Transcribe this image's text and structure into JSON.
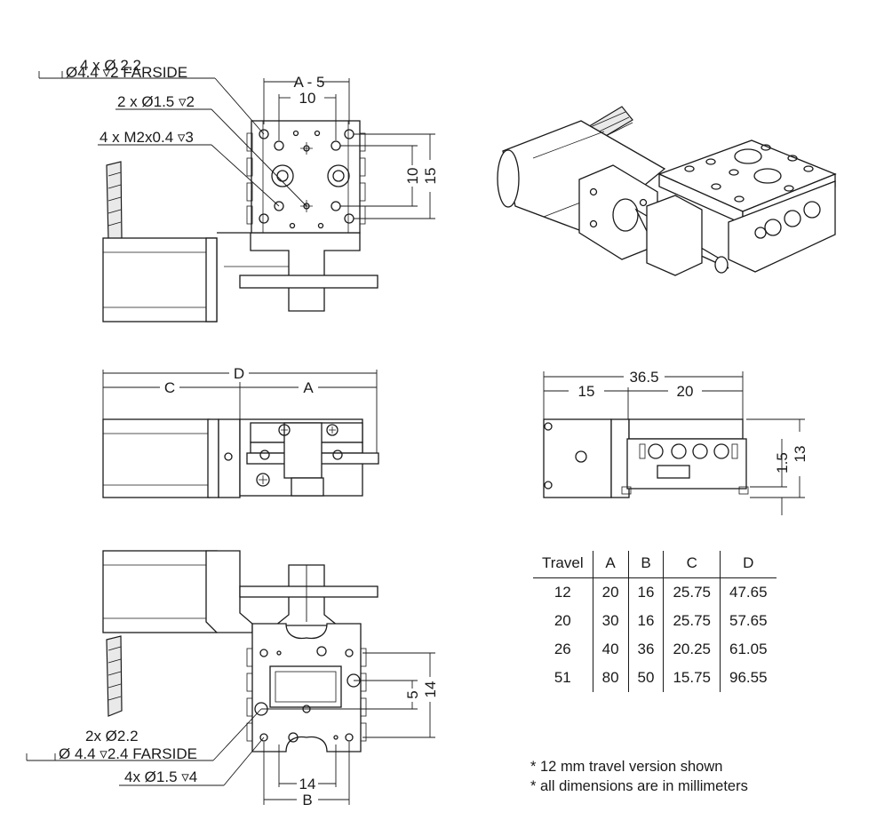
{
  "top_view": {
    "callout_1_line1": "4 x Ø 2.2",
    "callout_1_line2": "Ø4.4 ▿2 FARSIDE",
    "callout_2": "2 x Ø1.5 ▿2",
    "callout_3": "4 x M2x0.4 ▿3",
    "dim_a_minus_5": "A - 5",
    "dim_10_top": "10",
    "dim_10_side": "10",
    "dim_15_side": "15"
  },
  "side_view": {
    "dim_d": "D",
    "dim_c": "C",
    "dim_a": "A"
  },
  "end_view": {
    "dim_36_5": "36.5",
    "dim_15": "15",
    "dim_20": "20",
    "dim_1_5": "1.5",
    "dim_13": "13"
  },
  "bottom_view": {
    "callout_1_line1": "2x Ø2.2",
    "callout_1_line2": "Ø 4.4 ▿2.4 FARSIDE",
    "callout_2": "4x Ø1.5 ▿4",
    "dim_5": "5",
    "dim_14_side": "14",
    "dim_14_bottom": "14",
    "dim_b": "B"
  },
  "spec_table": {
    "headers": [
      "Travel",
      "A",
      "B",
      "C",
      "D"
    ],
    "rows": [
      [
        "12",
        "20",
        "16",
        "25.75",
        "47.65"
      ],
      [
        "20",
        "30",
        "16",
        "25.75",
        "57.65"
      ],
      [
        "26",
        "40",
        "36",
        "20.25",
        "61.05"
      ],
      [
        "51",
        "80",
        "50",
        "15.75",
        "96.55"
      ]
    ]
  },
  "notes": {
    "note_1": "* 12 mm travel version shown",
    "note_2": "* all dimensions are in millimeters"
  }
}
